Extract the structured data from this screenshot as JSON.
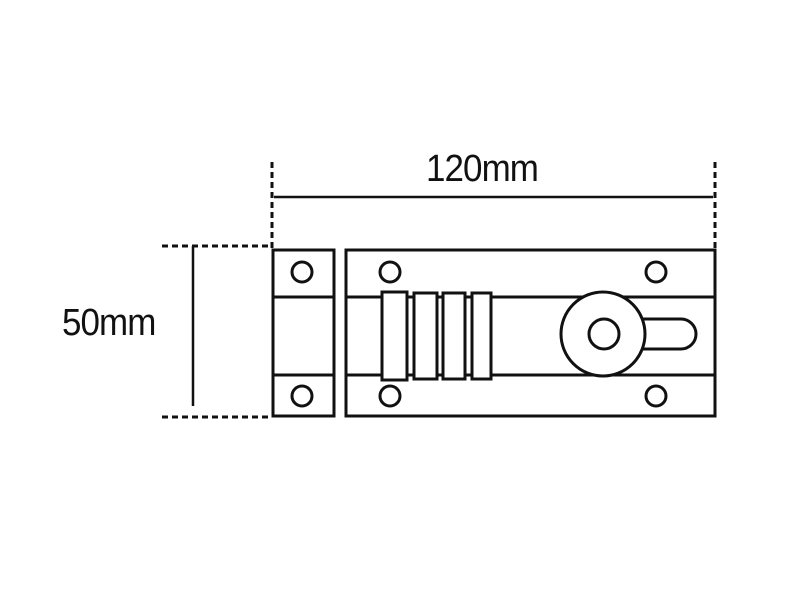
{
  "diagram": {
    "subject": "door bolt dimension drawing",
    "stroke_color": "#111111",
    "background_color": "#ffffff",
    "dimensions": {
      "width": {
        "label": "120mm",
        "value": 120,
        "unit": "mm"
      },
      "height": {
        "label": "50mm",
        "value": 50,
        "unit": "mm"
      }
    },
    "parts": {
      "keeper_plate": {
        "screw_holes": 2
      },
      "bolt_body": {
        "screw_holes": 4,
        "grip_rings": 4
      },
      "knob": {
        "shape": "round knob with slot handle"
      }
    }
  }
}
